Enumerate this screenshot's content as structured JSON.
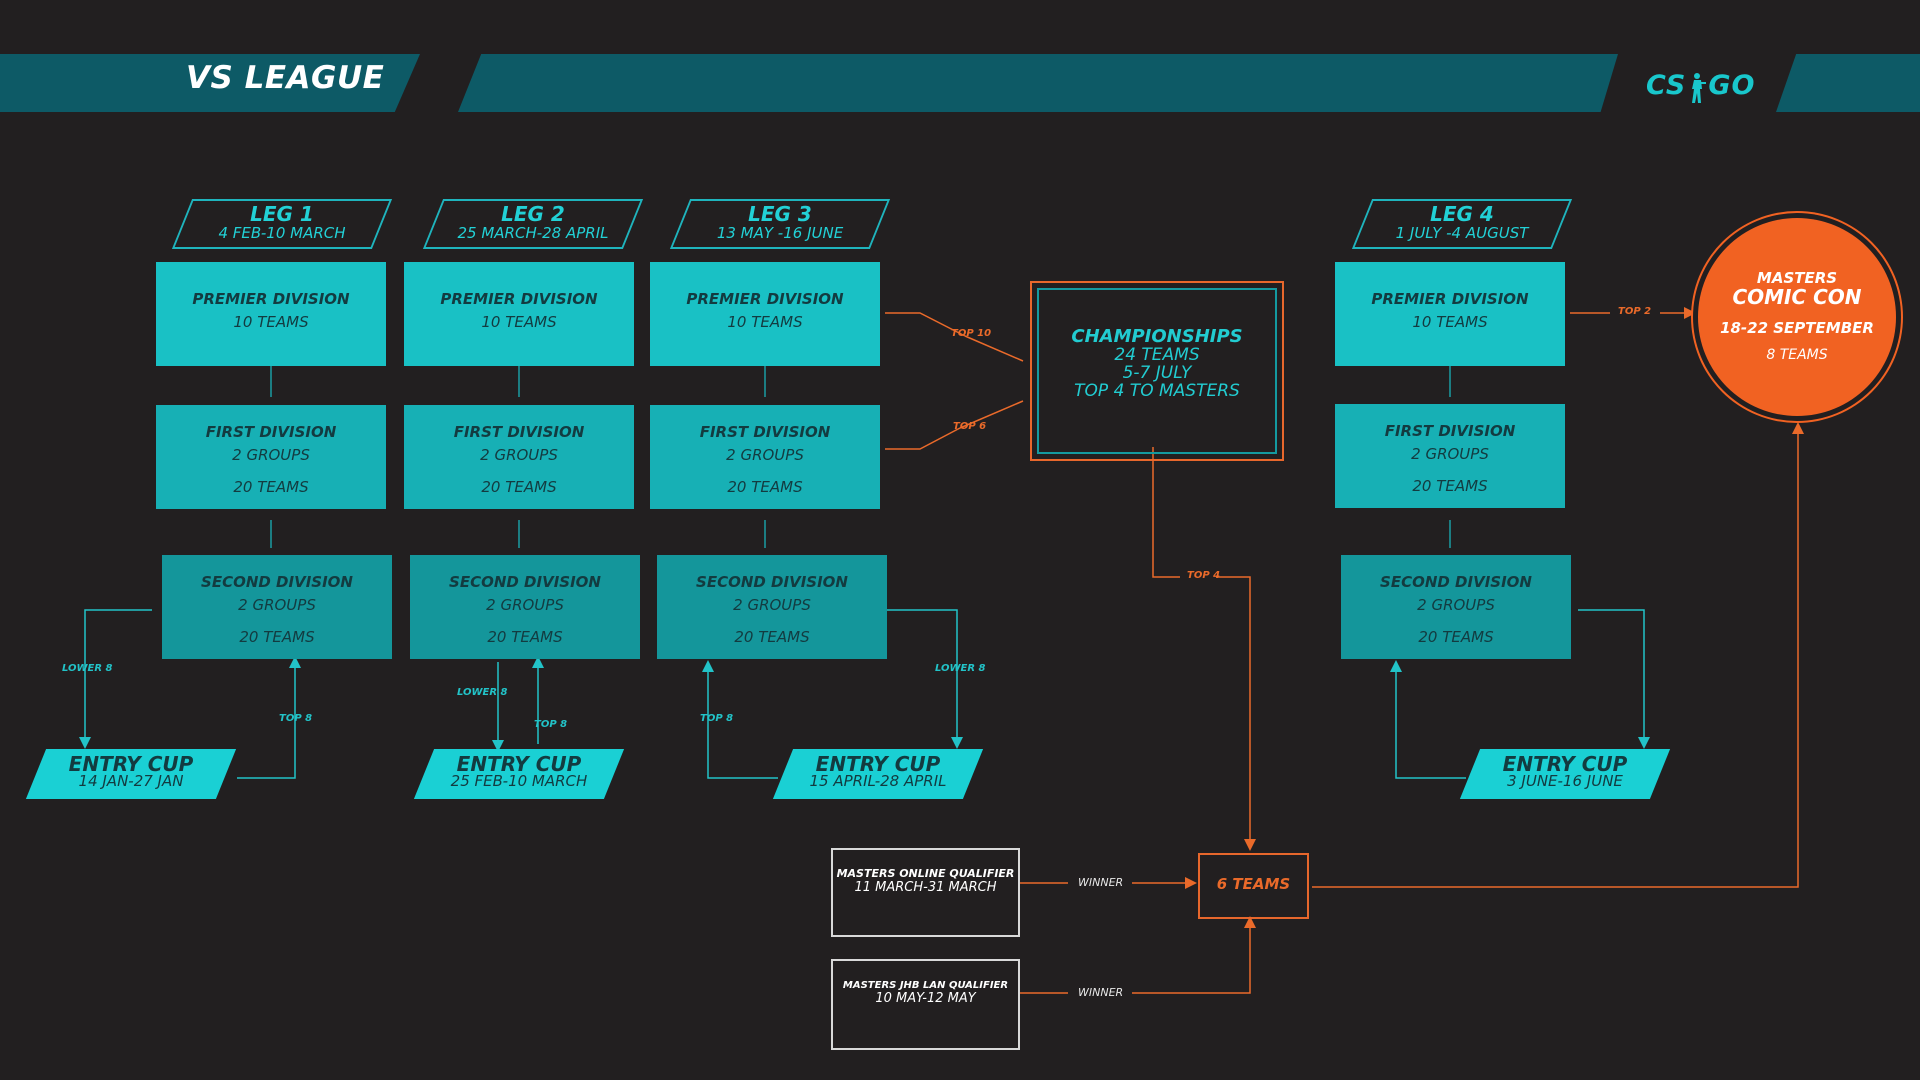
{
  "header": {
    "title": "VS LEAGUE",
    "logo_left": "CS",
    "logo_right": "GO",
    "logo_icon": "soldier-silhouette-icon"
  },
  "colors": {
    "background": "#221f20",
    "band": "#0d5a66",
    "accent_cyan": "#19c1c5",
    "accent_orange": "#f16222"
  },
  "legs": [
    {
      "name": "LEG 1",
      "dates": "4 FEB-10 MARCH",
      "premier": {
        "title": "PREMIER DIVISION",
        "teams": "10 TEAMS"
      },
      "first": {
        "title": "FIRST DIVISION",
        "groups": "2 GROUPS",
        "teams": "20 TEAMS"
      },
      "second": {
        "title": "SECOND DIVISION",
        "groups": "2 GROUPS",
        "teams": "20 TEAMS"
      },
      "entry": {
        "name": "ENTRY CUP",
        "dates": "14 JAN-27 JAN"
      },
      "down_label": "LOWER 8",
      "up_label": "TOP 8"
    },
    {
      "name": "LEG 2",
      "dates": "25 MARCH-28 APRIL",
      "premier": {
        "title": "PREMIER DIVISION",
        "teams": "10 TEAMS"
      },
      "first": {
        "title": "FIRST DIVISION",
        "groups": "2 GROUPS",
        "teams": "20 TEAMS"
      },
      "second": {
        "title": "SECOND DIVISION",
        "groups": "2 GROUPS",
        "teams": "20 TEAMS"
      },
      "entry": {
        "name": "ENTRY CUP",
        "dates": "25 FEB-10 MARCH"
      },
      "down_label": "LOWER 8",
      "up_label": "TOP 8"
    },
    {
      "name": "LEG 3",
      "dates": "13 MAY -16 JUNE",
      "premier": {
        "title": "PREMIER DIVISION",
        "teams": "10 TEAMS"
      },
      "first": {
        "title": "FIRST DIVISION",
        "groups": "2 GROUPS",
        "teams": "20 TEAMS"
      },
      "second": {
        "title": "SECOND DIVISION",
        "groups": "2 GROUPS",
        "teams": "20 TEAMS"
      },
      "entry": {
        "name": "ENTRY CUP",
        "dates": "15 APRIL-28 APRIL"
      },
      "down_label": "LOWER 8",
      "up_label": "TOP 8"
    },
    {
      "name": "LEG 4",
      "dates": "1 JULY -4 AUGUST",
      "premier": {
        "title": "PREMIER DIVISION",
        "teams": "10 TEAMS"
      },
      "first": {
        "title": "FIRST DIVISION",
        "groups": "2 GROUPS",
        "teams": "20 TEAMS"
      },
      "second": {
        "title": "SECOND DIVISION",
        "groups": "2 GROUPS",
        "teams": "20 TEAMS"
      },
      "entry": {
        "name": "ENTRY CUP",
        "dates": "3 JUNE-16 JUNE"
      }
    }
  ],
  "flows": {
    "top10": "TOP 10",
    "top6": "TOP 6",
    "top4": "TOP 4",
    "top2": "TOP 2",
    "winner": "WINNER"
  },
  "championships": {
    "title": "CHAMPIONSHIPS",
    "teams": "24 TEAMS",
    "dates": "5-7 JULY",
    "note": "TOP 4 TO MASTERS"
  },
  "masters": {
    "line1": "MASTERS",
    "line2": "COMIC CON",
    "dates": "18-22 SEPTEMBER",
    "teams": "8 TEAMS"
  },
  "qualifiers": [
    {
      "title": "MASTERS ONLINE QUALIFIER",
      "dates": "11 MARCH-31 MARCH"
    },
    {
      "title": "MASTERS JHB LAN QUALIFIER",
      "dates": "10 MAY-12 MAY"
    }
  ],
  "six_teams": "6 TEAMS"
}
